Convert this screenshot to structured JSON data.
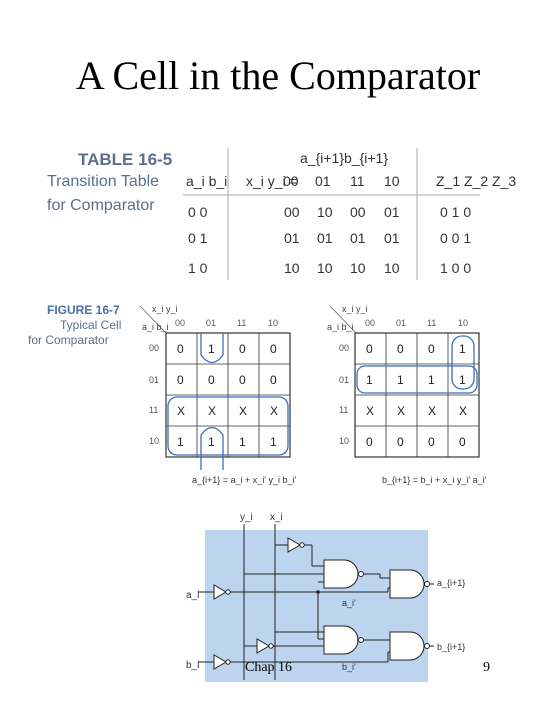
{
  "slide": {
    "title": "A Cell in the Comparator",
    "footer_left": "Chap 16",
    "page_number": "9"
  },
  "table": {
    "label_number": "TABLE 16-5",
    "label_line1": "Transition Table",
    "label_line2": "for Comparator",
    "header_top": "a_{i+1}b_{i+1}",
    "col_state": "a_i b_i",
    "col_input_prefix": "x_i y_i = ",
    "input_cols": [
      "00",
      "01",
      "11",
      "10"
    ],
    "col_output": "Z_1 Z_2 Z_3",
    "rows": [
      {
        "state": "0 0",
        "next": [
          "00",
          "10",
          "00",
          "01"
        ],
        "out": "0 1 0"
      },
      {
        "state": "0 1",
        "next": [
          "01",
          "01",
          "01",
          "01"
        ],
        "out": "0 0 1"
      },
      {
        "state": "1 0",
        "next": [
          "10",
          "10",
          "10",
          "10"
        ],
        "out": "1 0 0"
      }
    ]
  },
  "figure": {
    "label_number": "FIGURE 16-7",
    "label_line1": "Typical Cell",
    "label_line2": "for Comparator",
    "kmap_col_headers": [
      "00",
      "01",
      "11",
      "10"
    ],
    "kmap_row_headers": [
      "00",
      "01",
      "11",
      "10"
    ],
    "kmap_left": {
      "corner_top": "x_i y_i",
      "corner_left": "a_i b_i",
      "cells": [
        [
          "0",
          "1",
          "0",
          "0"
        ],
        [
          "0",
          "0",
          "0",
          "0"
        ],
        [
          "X",
          "X",
          "X",
          "X"
        ],
        [
          "1",
          "1",
          "1",
          "1"
        ]
      ],
      "equation": "a_{i+1} = a_i + x_i' y_i b_i'"
    },
    "kmap_right": {
      "corner_top": "x_i y_i",
      "corner_left": "a_i b_i",
      "cells": [
        [
          "0",
          "0",
          "0",
          "1"
        ],
        [
          "1",
          "1",
          "1",
          "1"
        ],
        [
          "X",
          "X",
          "X",
          "X"
        ],
        [
          "0",
          "0",
          "0",
          "0"
        ]
      ],
      "equation": "b_{i+1} = b_i + x_i y_i' a_i'"
    }
  },
  "circuit": {
    "input_y": "y_i",
    "input_x": "x_i",
    "input_a": "a_i",
    "input_b": "b_i",
    "internal_a": "a_i'",
    "internal_b": "b_i'",
    "output_a": "a_{i+1}",
    "output_b": "b_{i+1}",
    "background_color": "#bcd4ee"
  }
}
